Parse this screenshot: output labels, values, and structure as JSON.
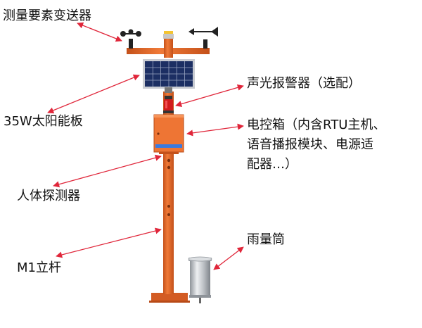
{
  "labels": {
    "sensor": "测量要素变送器",
    "solar": "35W太阳能板",
    "alarm": "声光报警器（选配）",
    "box_line1": "电控箱（内含RTU主机、",
    "box_line2": "语音播报模块、电源适",
    "box_line3": "配器…）",
    "human": "人体探测器",
    "pole": "M1立杆",
    "rain": "雨量筒"
  },
  "colors": {
    "pole": "#e8692b",
    "pole_dark": "#c4511a",
    "arrow": "#e0263a",
    "panel": "#1c2f63",
    "panel_frame": "#c9ccd2",
    "steel": "#bfc3c8",
    "alarm_red": "#d21b1b",
    "box_stripe": "#3a7ae0"
  },
  "icons": {
    "anemometer": "anemometer-icon",
    "wind_vane": "wind-vane-icon"
  }
}
